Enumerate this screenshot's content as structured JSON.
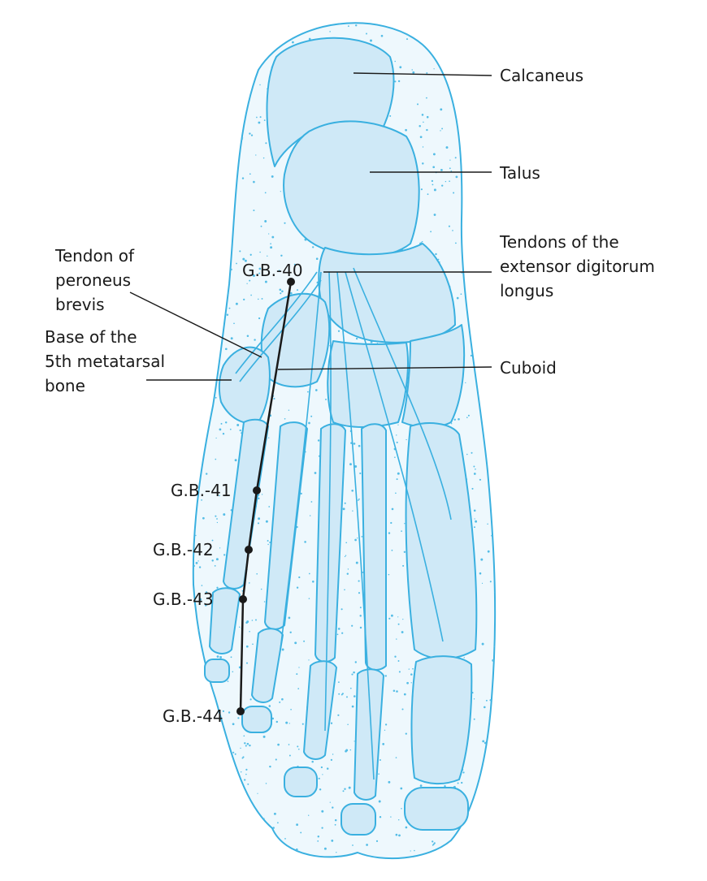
{
  "diagram": {
    "labels": {
      "calcaneus": "Calcaneus",
      "talus": "Talus",
      "tendons_line1": "Tendons of the",
      "tendons_line2": "extensor digitorum",
      "tendons_line3": "longus",
      "cuboid": "Cuboid",
      "peroneus_line1": "Tendon of",
      "peroneus_line2": "peroneus",
      "peroneus_line3": "brevis",
      "metatarsal_line1": "Base of the",
      "metatarsal_line2": "5th metatarsal",
      "metatarsal_line3": "bone"
    },
    "points": [
      "G.B.-40",
      "G.B.-41",
      "G.B.-42",
      "G.B.-43",
      "G.B.-44"
    ],
    "colors": {
      "outline": "#3ab0e0",
      "fill": "#cfe9f7",
      "dots": "#55bde6",
      "ink": "#1a1a1a"
    }
  }
}
